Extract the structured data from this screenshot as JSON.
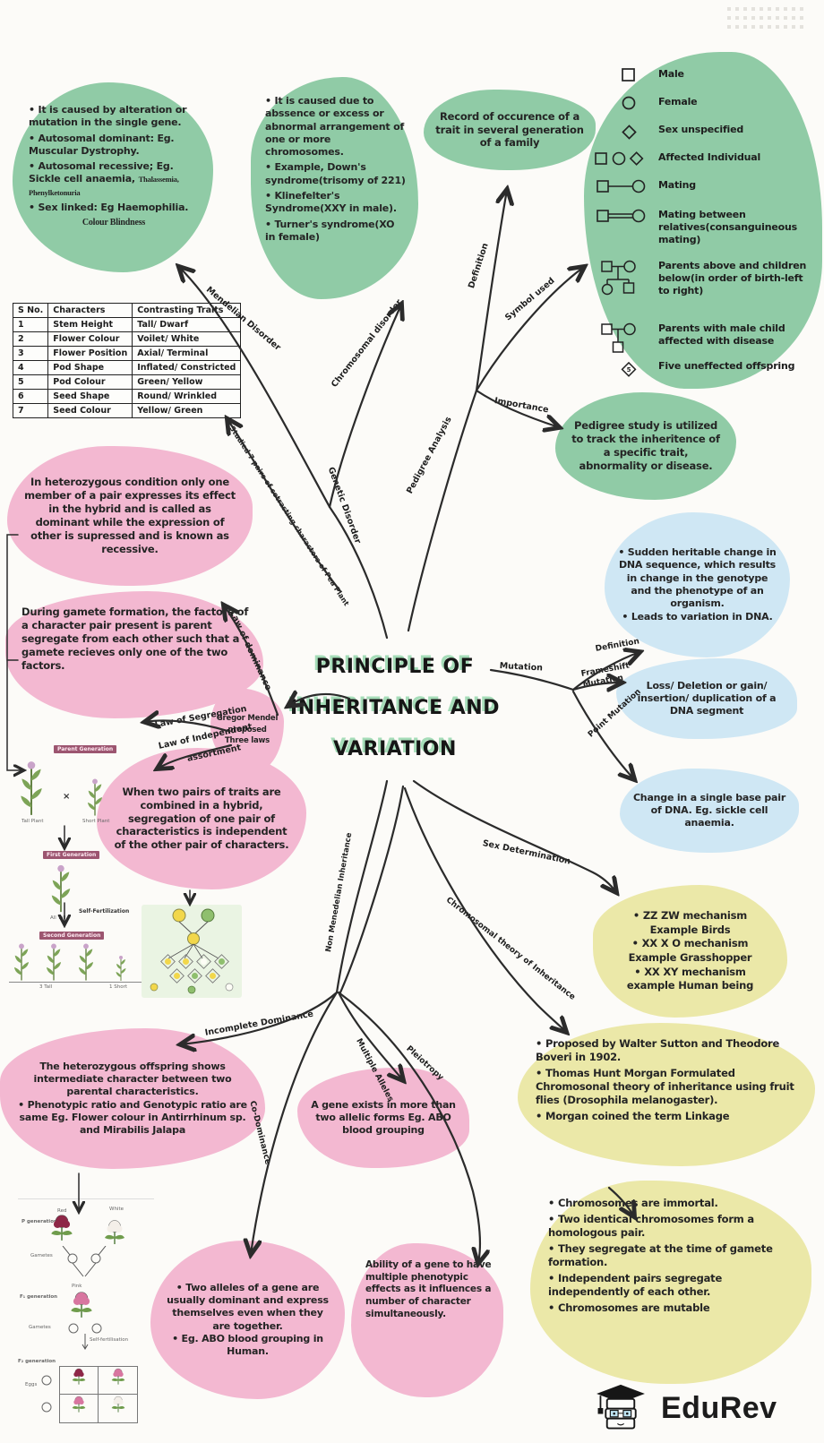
{
  "colors": {
    "green": "#90cba6",
    "pink": "#f3b8d1",
    "blue": "#cfe7f4",
    "yellow": "#ebe8a8",
    "ink": "#2b2b2b",
    "title_shadow": "#a5dcb8",
    "badge": "#9c5570"
  },
  "title": {
    "line1": "PRINCIPLE OF",
    "line2": "INHERITANCE AND",
    "line3": "VARIATION"
  },
  "blobs": {
    "mendelian_disorder": {
      "l1": "• It is caused by alteration or mutation in the single gene.",
      "l2": "• Autosomal dominant: Eg. Muscular Dystrophy.",
      "l3": "• Autosomal recessive; Eg. Sickle cell anaemia,",
      "l3_serif": "Thalassemia, Phenylketonuria",
      "l4": "• Sex linked: Eg Haemophilia.",
      "l5_serif": "Colour Blindness"
    },
    "chromosomal_disorder": {
      "l1": "• It is caused due to abssence or excess or abnormal arrangement of one or more chromosomes.",
      "l2": "• Example, Down's syndrome(trisomy of 221)",
      "l3": "• Klinefelter's Syndrome(XXY in male).",
      "l4": "• Turner's syndrome(XO in female)"
    },
    "pedigree_definition": {
      "text": "Record of occurence of a trait in several generation of a family"
    },
    "pedigree_importance": {
      "text": "Pedigree study is utilized to track the inheritence of a specific trait, abnormality or disease."
    },
    "dominance": {
      "text": "In heterozygous condition only one member of a pair expresses its effect in the hybrid and is called as dominant while the expression of other is supressed and is known as recessive."
    },
    "segregation": {
      "text": "During gamete formation, the factors of a character pair present is parent segregate from each other such that a gamete recieves only one of the two factors."
    },
    "mendel_three_laws": {
      "l1": "Gregor Mendel",
      "l2": "proposed",
      "l3": "Three laws"
    },
    "independent_assortment": {
      "text": "When two pairs of traits are combined in a hybrid, segregation of one pair of characteristics is independent of the other pair of characters."
    },
    "mutation_definition": {
      "l1": "• Sudden heritable change in DNA sequence, which results in change in the genotype and the phenotype of an organism.",
      "l2": "• Leads to variation in DNA."
    },
    "frameshift_mutation": {
      "text": "Loss/ Deletion or gain/ insertion/ duplication of a DNA segment"
    },
    "point_mutation": {
      "text": "Change in a single base pair of DNA. Eg. sickle cell anaemia."
    },
    "sex_determination": {
      "l1": "• ZZ ZW mechanism",
      "l2": "Example Birds",
      "l3": "• XX X O mechanism",
      "l4": "Example Grasshopper",
      "l5": "• XX  XY mechanism",
      "l6": "example Human being"
    },
    "chromosomal_theory": {
      "l1": "• Proposed by Walter Sutton and Theodore Boveri in 1902.",
      "l2": "• Thomas Hunt Morgan Formulated Chromosonal theory of inheritance using fruit flies (Drosophila melanogaster).",
      "l3": "• Morgan coined the term Linkage"
    },
    "chromosome_points": {
      "l1": "• Chromosomes are immortal.",
      "l2": "• Two identical chromosomes form a homologous pair.",
      "l3": "• They segregate at the time of gamete formation.",
      "l4": "• Independent pairs segregate independently of each other.",
      "l5": "• Chromosomes are mutable"
    },
    "incomplete_dominance": {
      "l1": "The heterozygous offspring shows intermediate character between two parental characteristics.",
      "l2": "• Phenotypic ratio and Genotypic ratio are same Eg. Flower colour in Antirrhinum sp. and Mirabilis Jalapa"
    },
    "multiple_alleles": {
      "text": "A gene exists in more than two allelic forms Eg. ABO blood grouping"
    },
    "co_dominance": {
      "l1": "• Two alleles of a gene are usually dominant and express themselves even when they are together.",
      "l2": "• Eg. ABO blood grouping in Human."
    },
    "pleiotropy": {
      "text": "Ability of a gene to have multiple phenotypic effects as it influences a number of character simultaneously."
    }
  },
  "table": {
    "headers": [
      "S No.",
      "Characters",
      "Contrasting Traits"
    ],
    "rows": [
      [
        "1",
        "Stem Height",
        "Tall/ Dwarf"
      ],
      [
        "2",
        "Flower Colour",
        "Voilet/ White"
      ],
      [
        "3",
        "Flower Position",
        "Axial/ Terminal"
      ],
      [
        "4",
        "Pod Shape",
        "Inflated/ Constricted"
      ],
      [
        "5",
        "Pod Colour",
        "Green/ Yellow"
      ],
      [
        "6",
        "Seed Shape",
        "Round/ Wrinkled"
      ],
      [
        "7",
        "Seed Colour",
        "Yellow/ Green"
      ]
    ]
  },
  "legend": {
    "items": [
      {
        "symbol": "square",
        "label": "Male"
      },
      {
        "symbol": "circle",
        "label": "Female"
      },
      {
        "symbol": "diamond",
        "label": "Sex unspecified"
      },
      {
        "symbol": "square-circle-diamond",
        "label": "Affected Individual"
      },
      {
        "symbol": "square-line-circle",
        "label": "Mating"
      },
      {
        "symbol": "square-double-line-circle",
        "label": "Mating between relatives(consanguineous mating)"
      },
      {
        "symbol": "parents-children",
        "label": "Parents above and children below(in order of birth-left to right)"
      },
      {
        "symbol": "parents-affected-son",
        "label": "Parents with male child affected with disease"
      },
      {
        "symbol": "diamond-5",
        "label": "Five uneffected offspring",
        "count": "5"
      }
    ]
  },
  "edge_labels": {
    "mendelian_disorder": "Mendelian Disorder",
    "chromosomal_disorder": "Chromosomal disorder",
    "genetic_disorder": "Genetic Disorder",
    "pedigree_analysis": "Pedigree Analysis",
    "definition_pedigree": "Definition",
    "symbol_used": "Symbol used",
    "importance": "Importance",
    "studied_pairs": "Studied 7 pairs of cotrasting characters of Pea Plant",
    "law_of_dominance": "Law of dominance",
    "law_of_segregation": "Law of Segregation",
    "law_of_independent_1": "Law of Independent",
    "law_of_independent_2": "assortment",
    "mutation": "Mutation",
    "definition_mutation": "Definition",
    "frameshift_1": "Frameshift",
    "frameshift_2": "Mutation",
    "point_mutation": "Point Mutation",
    "non_mendelian": "Non Menedelian Inheritance",
    "sex_determination": "Sex Determination",
    "chromosomal_theory": "Chromosomal theory of Inheritance",
    "incomplete_dominance": "Incomplete Dominance",
    "multiple_alleles": "Multiple Alleles",
    "pleiotropy": "Pleiotropy",
    "co_dominance": "Co-Dominance"
  },
  "illustrations": {
    "plant_cross": {
      "badge1": "Parent Generation",
      "badge2": "First Generation",
      "badge3": "Second Generation",
      "cross": "×",
      "label_tall": "Tall Plant",
      "label_short": "Short Plant",
      "label_all": "All Tall",
      "self_fert": "Self-Fertilization",
      "label_3tall": "3 Tall",
      "label_1short": "1 Short"
    },
    "flower_cross": {
      "red": "Red",
      "white": "White",
      "p_gen": "P generation",
      "gametes": "Gametes",
      "pink": "Pink",
      "f1_gen": "F₁ generation",
      "self_fert": "Self-fertilisation",
      "f2_gen": "F₂ generation",
      "eggs": "Eggs"
    }
  },
  "logo": {
    "text": "EduRev"
  }
}
